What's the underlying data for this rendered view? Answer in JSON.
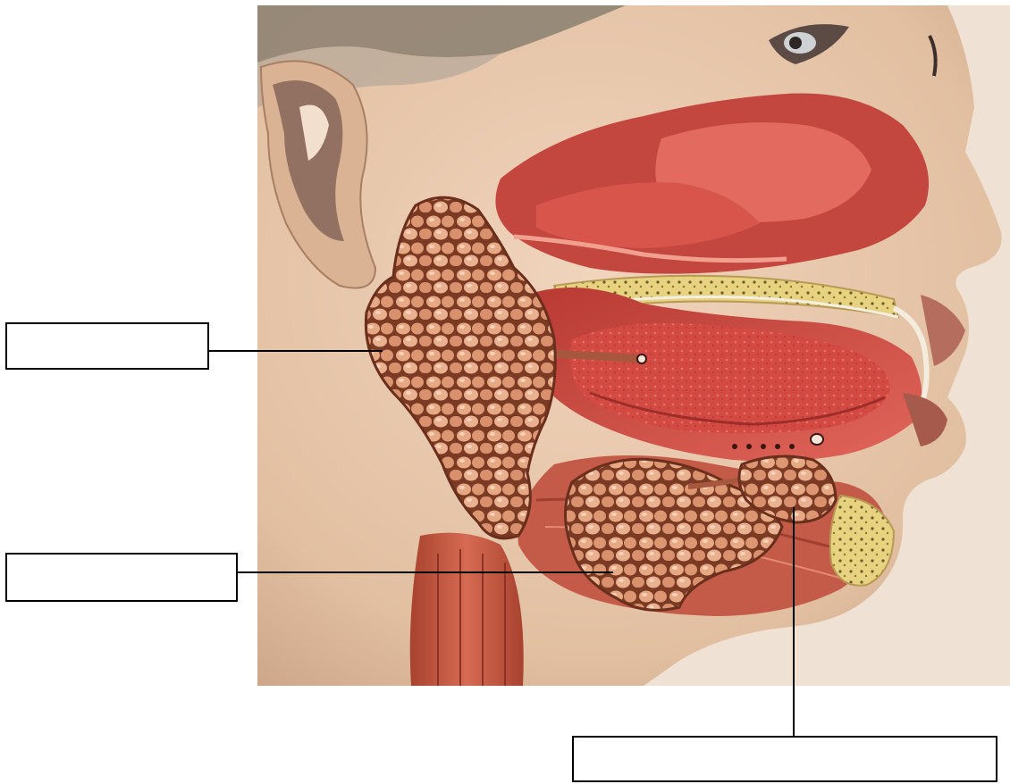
{
  "diagram": {
    "labels": [
      {
        "id": "label-parotid",
        "text": ""
      },
      {
        "id": "label-submandibular",
        "text": ""
      },
      {
        "id": "label-sublingual",
        "text": ""
      }
    ],
    "colors": {
      "skin": "#e9c9ad",
      "skin_shadow": "#c79a7e",
      "hair": "#8f8373",
      "mucosa": "#d8554c",
      "mucosa_dark": "#a8322d",
      "tongue": "#d64a44",
      "gland": "#e3a17d",
      "gland_outline": "#7a3a23",
      "muscle": "#c45a48",
      "bone": "#e7d28a",
      "leader_line": "#000000"
    },
    "icons": [
      "salivary-anatomy-illustration"
    ]
  }
}
